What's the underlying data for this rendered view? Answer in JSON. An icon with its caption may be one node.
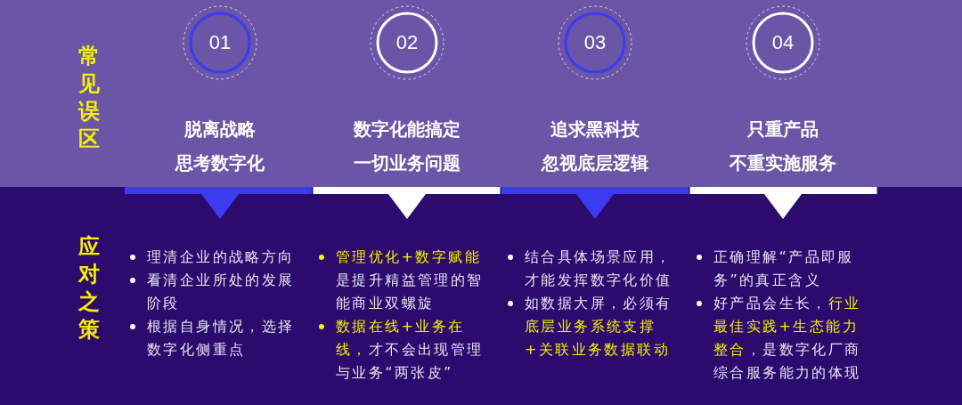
{
  "diagram": {
    "nodes": [
      {
        "text": [
          "01"
        ]
      },
      {
        "text": [
          "02"
        ]
      },
      {
        "text": [
          "03"
        ]
      },
      {
        "text": [
          "04"
        ]
      },
      {
        "text": [],
        "shape": "bar"
      },
      {
        "text": [],
        "shape": "bar"
      },
      {
        "text": [],
        "shape": "bar"
      },
      {
        "text": [],
        "shape": "bar"
      }
    ],
    "labels": [
      "常见误区",
      "脱离战略思考数字化",
      "数字化能搞定一切业务问题",
      "追求黑科技忽视底层逻辑",
      "只重产品不重实施服务",
      "应对之策",
      "理清企业的战略方向",
      "看清企业所处的发展阶段",
      "根据自身情况，选择数字化侧重点",
      "**管理优化+数字赋能**是提升精益管理的智能商业双螺旋",
      "**数据在线+业务在线，**才不会出现管理与业务“两张皮”",
      "结合具体场景应用，才能发挥数字化价值",
      "如数据大屏，必须有**底层业务系统支撑+关联业务数据联动**",
      "正确理解“产品即服务”的真正含义",
      "好产品会生长，**行业最佳实践+生态能力整合**，是数字化厂商综合服务能力的体现"
    ]
  }
}
